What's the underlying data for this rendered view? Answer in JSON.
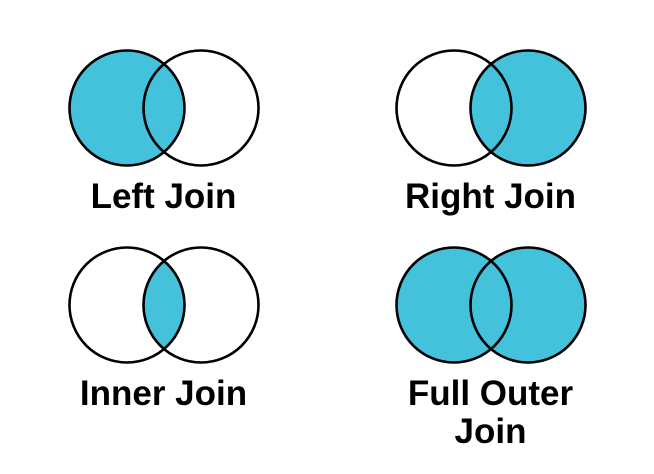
{
  "background": "#ffffff",
  "palette": {
    "highlight": "#44C2DB",
    "circle_outline": "#000000",
    "label_color": "#000000"
  },
  "diagrams": [
    {
      "id": "left-join",
      "label": "Left Join",
      "highlight": "left"
    },
    {
      "id": "right-join",
      "label": "Right Join",
      "highlight": "right"
    },
    {
      "id": "inner-join",
      "label": "Inner Join",
      "highlight": "intersection"
    },
    {
      "id": "full-outer-join",
      "label": "Full Outer\nJoin",
      "highlight": "both"
    }
  ]
}
